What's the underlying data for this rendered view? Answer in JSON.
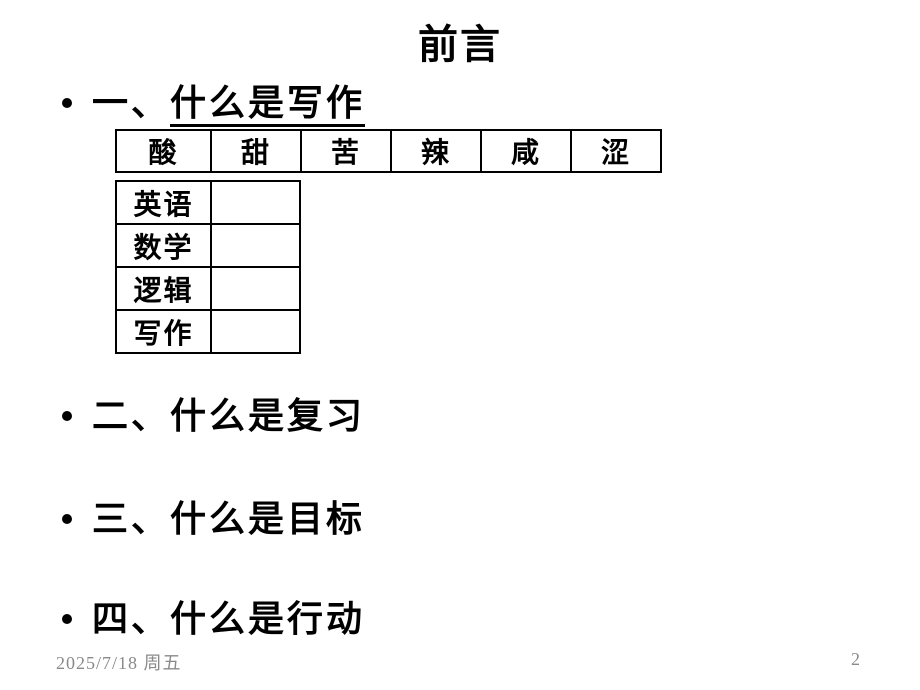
{
  "slide": {
    "title": "前言",
    "bullet_marker": "•",
    "bullets": [
      {
        "prefix": "一、",
        "underlined_text": "什么是写作"
      },
      {
        "text": "二、什么是复习"
      },
      {
        "text": "三、什么是目标"
      },
      {
        "text": "四、什么是行动"
      }
    ],
    "taste_table": {
      "cells": [
        "酸",
        "甜",
        "苦",
        "辣",
        "咸",
        "涩"
      ]
    },
    "subject_table": {
      "rows": [
        {
          "label": "英语",
          "value": ""
        },
        {
          "label": "数学",
          "value": ""
        },
        {
          "label": "逻辑",
          "value": ""
        },
        {
          "label": "写作",
          "value": ""
        }
      ]
    },
    "footer": {
      "date": "2025/7/18 周五",
      "page_number": "2"
    },
    "colors": {
      "background": "#ffffff",
      "text": "#000000",
      "table_border": "#000000",
      "footer_text": "#8a8a8a"
    }
  }
}
